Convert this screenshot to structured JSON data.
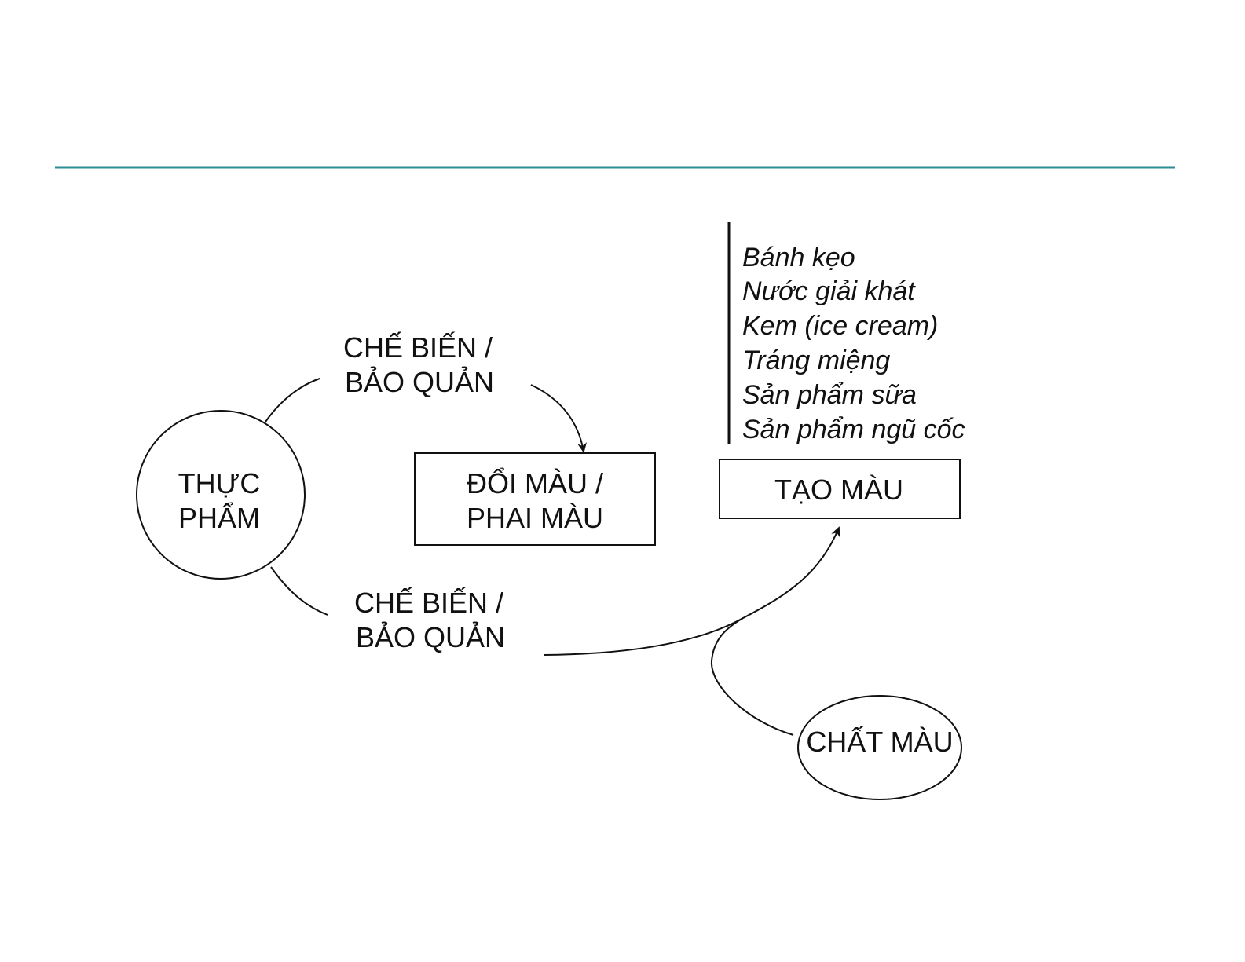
{
  "colors": {
    "rule": "#2b8d95",
    "ink": "#111111",
    "background": "#ffffff"
  },
  "nodes": {
    "thuc_pham": {
      "line1": "THỰC",
      "line2": "PHẨM"
    },
    "process_top": {
      "line1": "CHẾ BIẾN /",
      "line2": "BẢO QUẢN"
    },
    "process_bottom": {
      "line1": "CHẾ BIẾN /",
      "line2": "BẢO QUẢN"
    },
    "doi_mau": {
      "line1": "ĐỔI MÀU /",
      "line2": "PHAI MÀU"
    },
    "tao_mau": {
      "label": "TẠO MÀU"
    },
    "chat_mau": {
      "label": "CHẤT MÀU"
    }
  },
  "applications": [
    "Bánh kẹo",
    "Nước giải khát",
    "Kem (ice cream)",
    "Tráng miệng",
    "Sản phẩm sữa",
    "Sản phẩm ngũ cốc"
  ]
}
